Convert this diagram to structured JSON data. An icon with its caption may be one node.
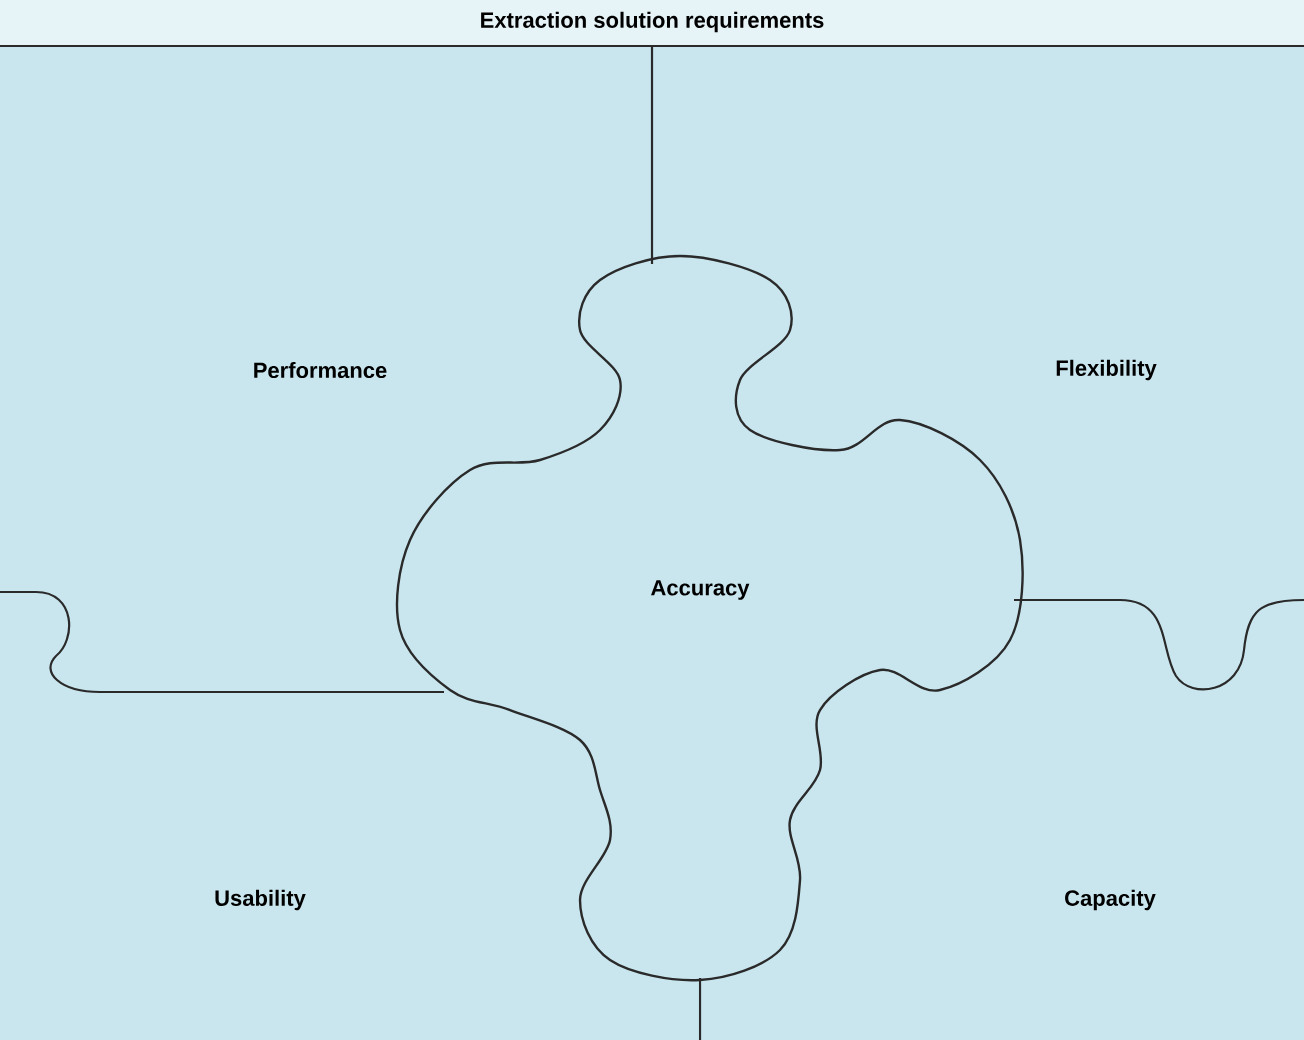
{
  "diagram": {
    "title": "Extraction solution requirements",
    "nodes": [
      {
        "text": [
          "Performance"
        ]
      },
      {
        "text": [
          "Flexibility"
        ]
      },
      {
        "text": [
          "Accuracy"
        ]
      },
      {
        "text": [
          "Usability"
        ]
      },
      {
        "text": [
          "Capacity"
        ]
      }
    ]
  }
}
